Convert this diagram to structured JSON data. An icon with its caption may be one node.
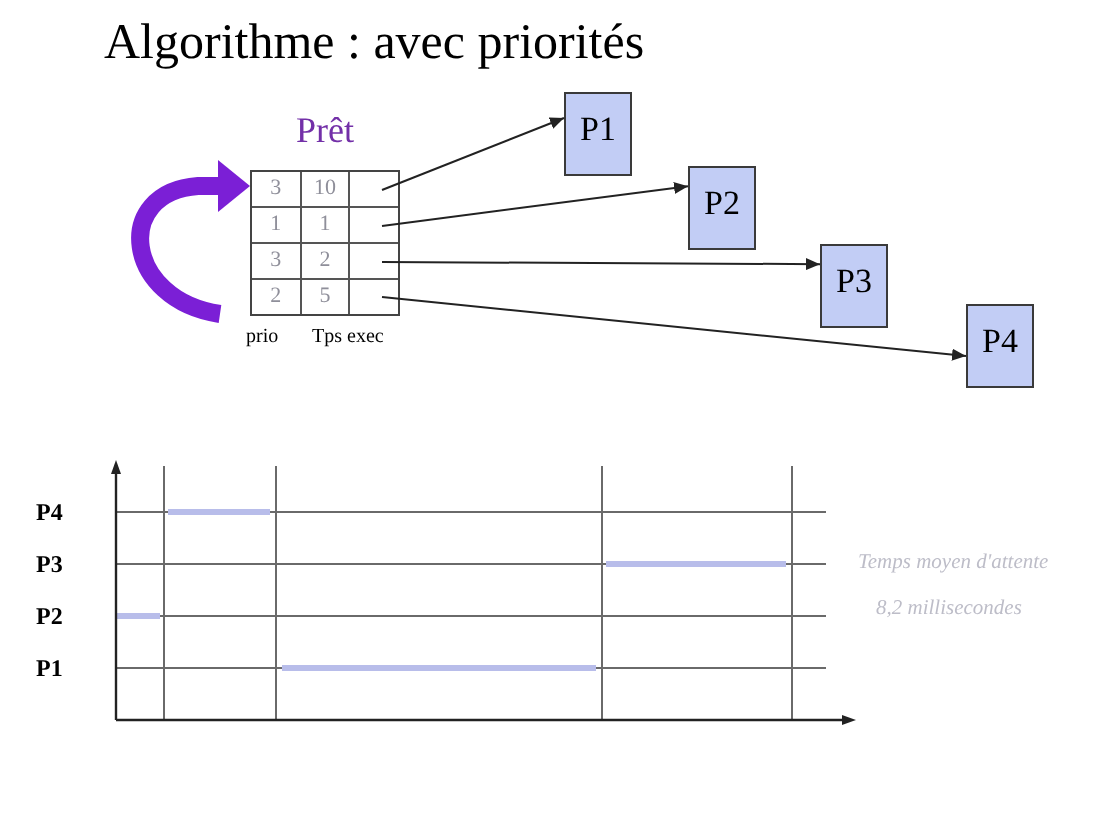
{
  "diagram": {
    "title": "Algorithme : avec priorités",
    "nodes": [
      {
        "text": [
          "Prêt"
        ]
      },
      {
        "text": [
          "3",
          "10"
        ],
        "in": 0
      },
      {
        "text": [
          "1",
          "1"
        ],
        "in": 0
      },
      {
        "text": [
          "3",
          "2"
        ],
        "in": 0
      },
      {
        "text": [
          "2",
          "5"
        ],
        "in": 0
      },
      {
        "text": [
          "P1"
        ]
      },
      {
        "text": [
          "P2"
        ]
      },
      {
        "text": [
          "P3"
        ]
      },
      {
        "text": [
          "P4"
        ]
      }
    ],
    "edges": [
      {
        "from": 1,
        "to": 5,
        "arrow": "to"
      },
      {
        "from": 2,
        "to": 6,
        "arrow": "to"
      },
      {
        "from": 3,
        "to": 7,
        "arrow": "to"
      },
      {
        "from": 4,
        "to": 8,
        "arrow": "to"
      },
      {
        "from": null,
        "to": 0,
        "arrow": "to",
        "style": "thick",
        "color": "#7b1fd6"
      }
    ],
    "labels": [
      "prio",
      "Tps exec",
      "P4",
      "P3",
      "P2",
      "P1",
      "Temps moyen d'attente",
      "8,2 millisecondes"
    ]
  }
}
